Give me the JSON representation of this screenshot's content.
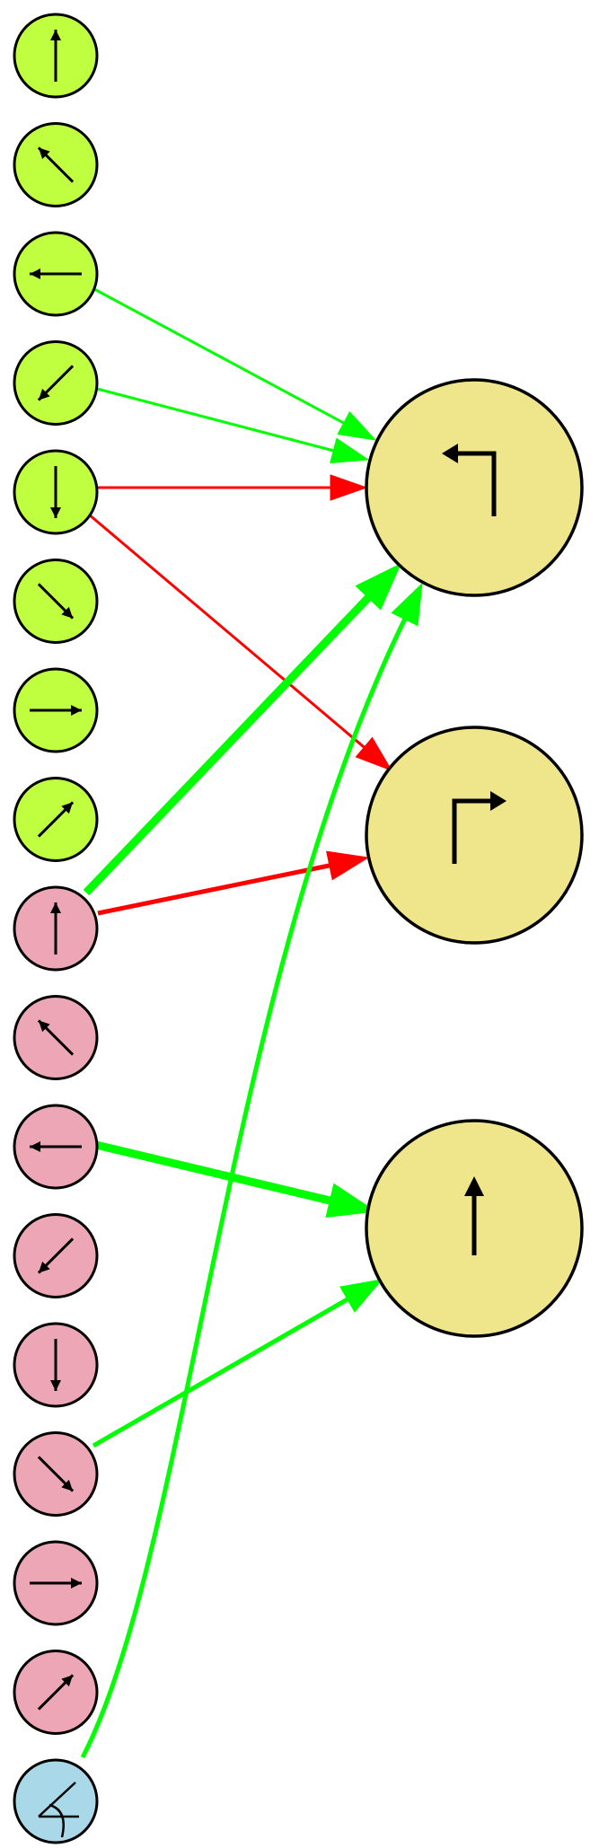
{
  "colors": {
    "group_a_fill": "#bfff40",
    "group_b_fill": "#eda6b5",
    "compass_fill": "#a9d8e8",
    "output_fill": "#efe68c",
    "excite": "#00ff00",
    "inhibit": "#ff0000",
    "stroke": "#000000"
  },
  "input_group_a": [
    {
      "id": "a_up",
      "icon": "arrow-up-icon"
    },
    {
      "id": "a_up_left",
      "icon": "arrow-up-left-icon"
    },
    {
      "id": "a_left",
      "icon": "arrow-left-icon"
    },
    {
      "id": "a_down_left",
      "icon": "arrow-down-left-icon"
    },
    {
      "id": "a_down",
      "icon": "arrow-down-icon"
    },
    {
      "id": "a_down_right",
      "icon": "arrow-down-right-icon"
    },
    {
      "id": "a_right",
      "icon": "arrow-right-icon"
    },
    {
      "id": "a_up_right",
      "icon": "arrow-up-right-icon"
    }
  ],
  "input_group_b": [
    {
      "id": "b_up",
      "icon": "arrow-up-icon"
    },
    {
      "id": "b_up_left",
      "icon": "arrow-up-left-icon"
    },
    {
      "id": "b_left",
      "icon": "arrow-left-icon"
    },
    {
      "id": "b_down_left",
      "icon": "arrow-down-left-icon"
    },
    {
      "id": "b_down",
      "icon": "arrow-down-icon"
    },
    {
      "id": "b_down_right",
      "icon": "arrow-down-right-icon"
    },
    {
      "id": "b_right",
      "icon": "arrow-right-icon"
    },
    {
      "id": "b_up_right",
      "icon": "arrow-up-right-icon"
    }
  ],
  "compass_node": {
    "id": "compass",
    "icon": "angle-compass-icon"
  },
  "output_nodes": [
    {
      "id": "turn_left",
      "icon": "turn-left-icon"
    },
    {
      "id": "turn_right",
      "icon": "turn-right-icon"
    },
    {
      "id": "go_forward",
      "icon": "forward-arrow-icon"
    }
  ],
  "connections": [
    {
      "from": "a_left",
      "to": "turn_left",
      "type": "excite",
      "weight": 1
    },
    {
      "from": "a_down_left",
      "to": "turn_left",
      "type": "excite",
      "weight": 1
    },
    {
      "from": "a_down",
      "to": "turn_left",
      "type": "inhibit",
      "weight": 1
    },
    {
      "from": "a_down",
      "to": "turn_right",
      "type": "inhibit",
      "weight": 1
    },
    {
      "from": "b_up",
      "to": "turn_left",
      "type": "excite",
      "weight": 3
    },
    {
      "from": "b_up",
      "to": "turn_right",
      "type": "inhibit",
      "weight": 2
    },
    {
      "from": "b_left",
      "to": "go_forward",
      "type": "excite",
      "weight": 3
    },
    {
      "from": "b_down_right",
      "to": "go_forward",
      "type": "excite",
      "weight": 2
    },
    {
      "from": "compass",
      "to": "turn_left",
      "type": "excite",
      "weight": 2
    }
  ]
}
